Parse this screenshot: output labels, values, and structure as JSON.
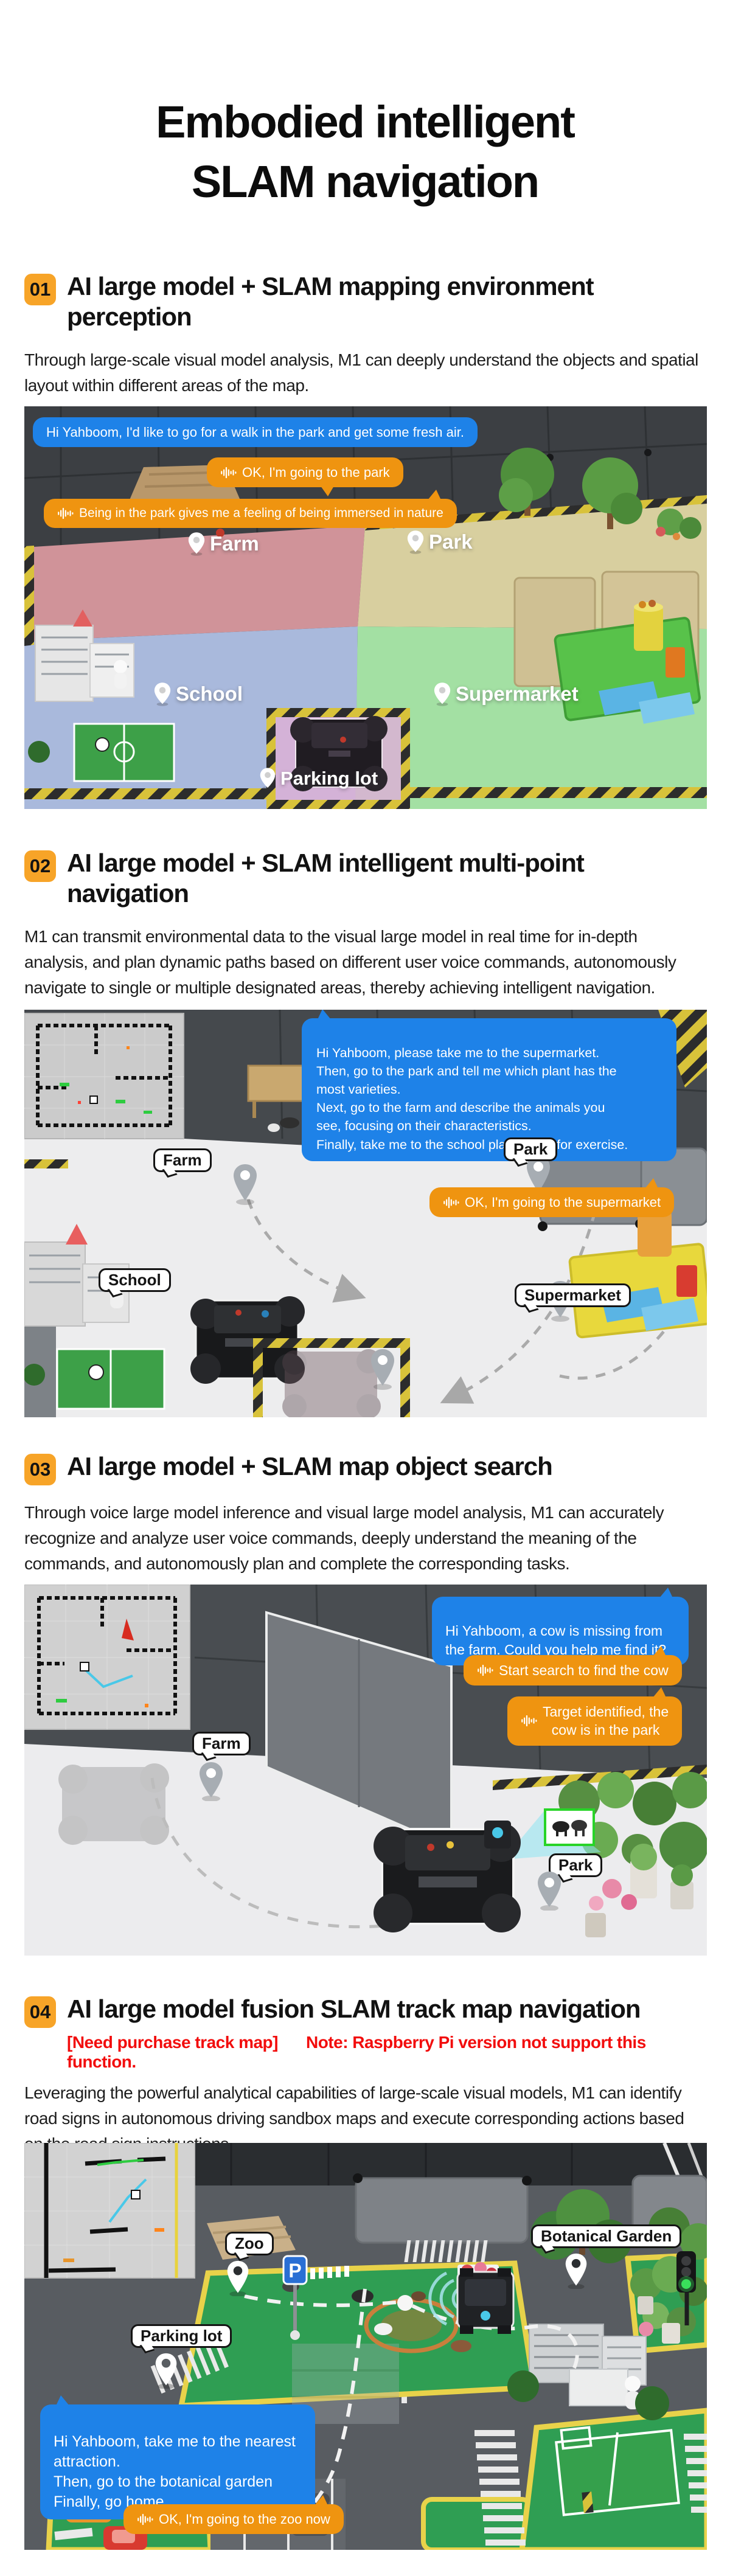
{
  "page": {
    "title_line1": "Embodied intelligent",
    "title_line2": "SLAM navigation"
  },
  "colors": {
    "accent_orange_badge": "#F7A428",
    "bubble_blue": "#1E82E8",
    "bubble_orange": "#EF9410",
    "note_red": "#F20D0D"
  },
  "sections": [
    {
      "num": "01",
      "heading": "AI large model + SLAM mapping environment perception",
      "body": "Through large-scale visual model analysis, M1 can deeply understand the objects and spatial layout within different areas of the map."
    },
    {
      "num": "02",
      "heading": "AI large model + SLAM intelligent multi-point navigation",
      "body": "M1 can transmit environmental data to the visual large model in real time for in-depth analysis, and plan dynamic paths based on different user voice commands, autonomously navigate to single or multiple designated areas, thereby achieving intelligent navigation."
    },
    {
      "num": "03",
      "heading": "AI large model + SLAM map object search",
      "body": "Through voice large model inference and visual large model analysis, M1 can accurately recognize and analyze user voice commands, deeply understand the meaning of the commands, and autonomously plan and complete the corresponding tasks."
    },
    {
      "num": "04",
      "heading": "AI large model fusion SLAM track map navigation",
      "note_bracket": "[Need purchase track map]",
      "note_text": "Note: Raspberry Pi version not support this function.",
      "body": "Leveraging the powerful analytical capabilities of large-scale visual models, M1 can identify road signs in autonomous driving sandbox maps and execute corresponding actions based on the road sign instructions."
    }
  ],
  "scene1": {
    "user_bubble": "Hi Yahboom, I'd like to go for a walk in the park and get some fresh air.",
    "robot_bubble1": "OK, I'm going to the park",
    "robot_bubble2": "Being in the park gives me a feeling of being immersed in nature",
    "labels": {
      "farm": "Farm",
      "park": "Park",
      "school": "School",
      "supermarket": "Supermarket",
      "parking_lot": "Parking lot"
    }
  },
  "scene2": {
    "user_bubble": "Hi Yahboom, please take me to the supermarket.\nThen, go to the park and tell me which plant has the\nmost varieties.\nNext, go to the farm and describe the animals you\nsee, focusing on their characteristics.\nFinally, take me to the school playground for exercise.",
    "robot_bubble": "OK, I'm going to the supermarket",
    "labels": {
      "farm": "Farm",
      "park": "Park",
      "school": "School",
      "supermarket": "Supermarket"
    }
  },
  "scene3": {
    "user_bubble": "Hi Yahboom, a cow is missing from\nthe farm. Could you help me find it?",
    "robot_bubble1": "Start search to find the cow",
    "robot_bubble2": "Target identified, the\ncow is in the park",
    "labels": {
      "farm": "Farm",
      "park": "Park"
    }
  },
  "scene4": {
    "user_bubble": "Hi Yahboom, take me to the nearest\nattraction.\nThen, go to the botanical garden\nFinally, go home",
    "robot_bubble": "OK, I'm going to the zoo now",
    "parking_sign": "P",
    "labels": {
      "zoo": "Zoo",
      "botanical_garden": "Botanical Garden",
      "parking_lot": "Parking lot"
    }
  }
}
